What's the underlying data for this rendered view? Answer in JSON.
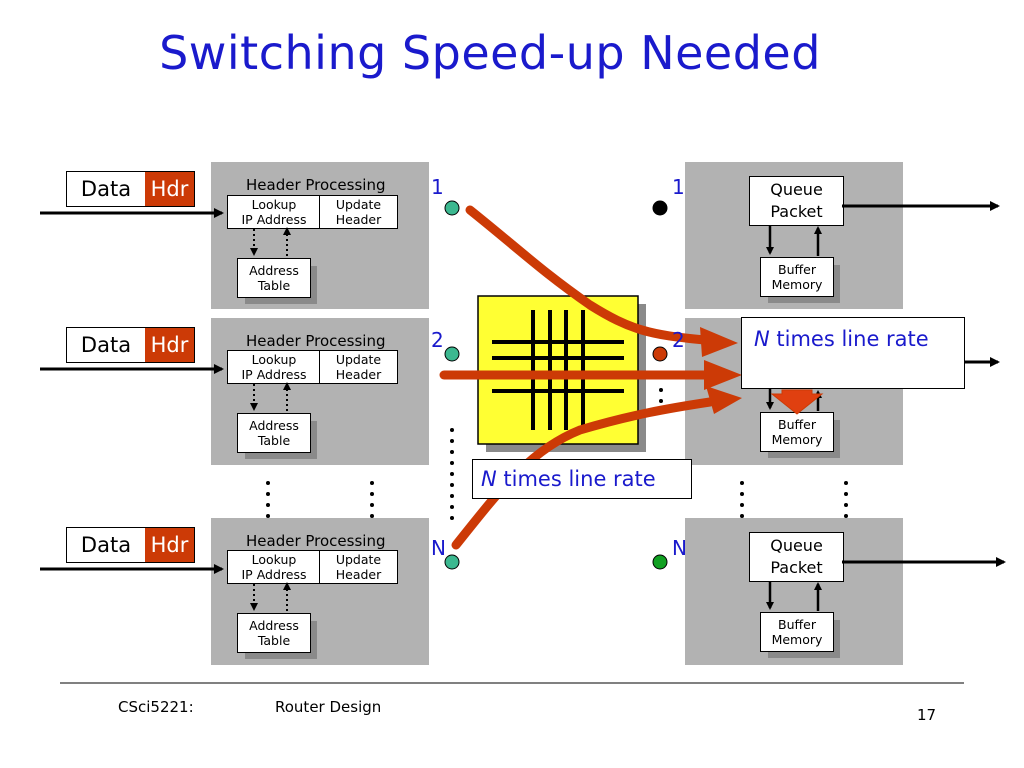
{
  "slide": {
    "title": "Switching Speed-up Needed",
    "footer_course": "CSci5221:",
    "footer_topic": "Router Design",
    "page_number": "17"
  },
  "packet": {
    "data_label": "Data",
    "hdr_label": "Hdr"
  },
  "input_card": {
    "title": "Header Processing",
    "lookup": "Lookup\nIP Address",
    "update": "Update\nHeader",
    "table": "Address\nTable",
    "table_shadow": "Table"
  },
  "output_card": {
    "queue": "Queue\nPacket",
    "buffer": "Buffer\nMemory",
    "buffer_shadow": "Memory"
  },
  "port_labels": {
    "first": "1",
    "second": "2",
    "last": "N"
  },
  "callouts": {
    "output_rate_italic": "N",
    "output_rate_text": "times line rate",
    "fabric_rate_italic": "N",
    "fabric_rate_text": "times line rate"
  },
  "colors": {
    "title": "#1a1acc",
    "hdr": "#cc3a06",
    "arrow": "#cc3a06",
    "input_dot": "#3cb890",
    "output_dot_active": "#cc3a06",
    "output_dot_last": "#11a022",
    "crossbar_fill": "#ffff33"
  }
}
